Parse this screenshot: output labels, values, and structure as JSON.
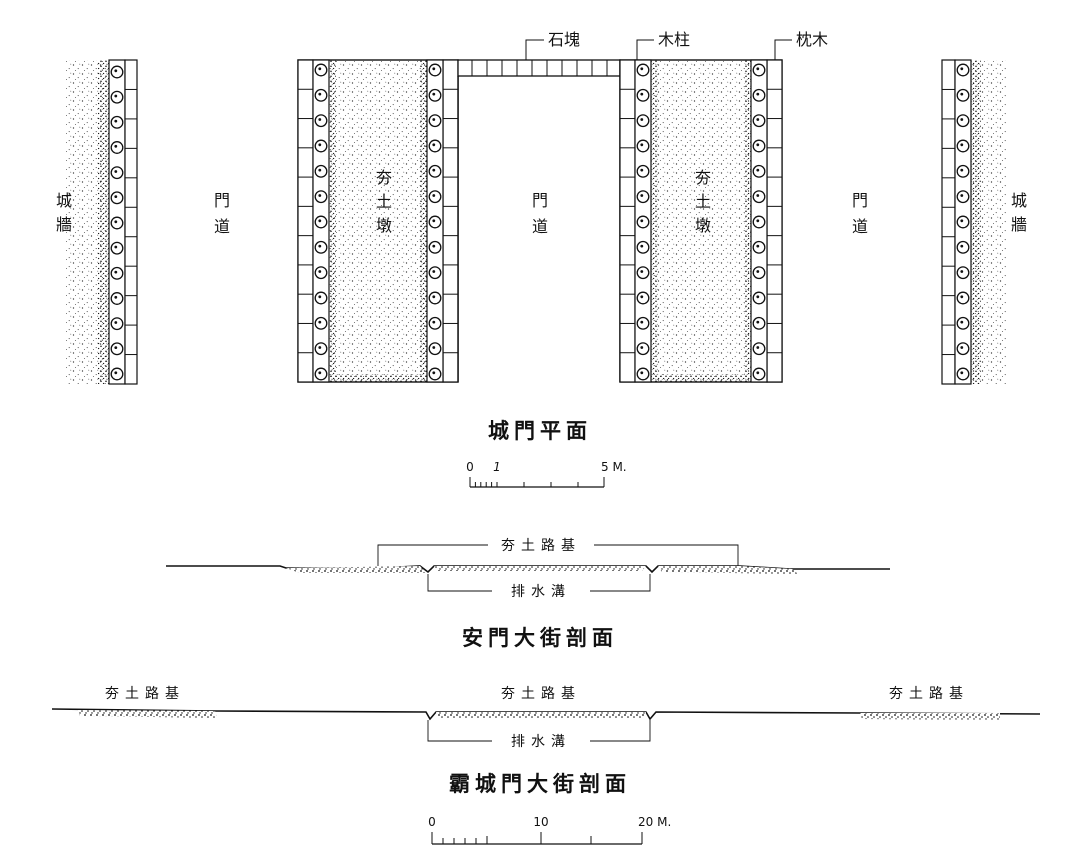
{
  "plan": {
    "label_stone": "石塊",
    "label_post": "木柱",
    "label_sleeper": "枕木",
    "label_wall": "城牆",
    "label_passage": "門道",
    "label_pier": "夯土墩",
    "title": "城門平面",
    "scale_ticks": [
      "0",
      "1",
      "5 M."
    ]
  },
  "section1": {
    "roadbed": "夯土路基",
    "ditch": "排水溝",
    "title": "安門大街剖面"
  },
  "section2": {
    "roadbed": "夯土路基",
    "ditch": "排水溝",
    "title": "霸城門大街剖面",
    "scale_ticks": [
      "0",
      "10",
      "20 M."
    ]
  }
}
